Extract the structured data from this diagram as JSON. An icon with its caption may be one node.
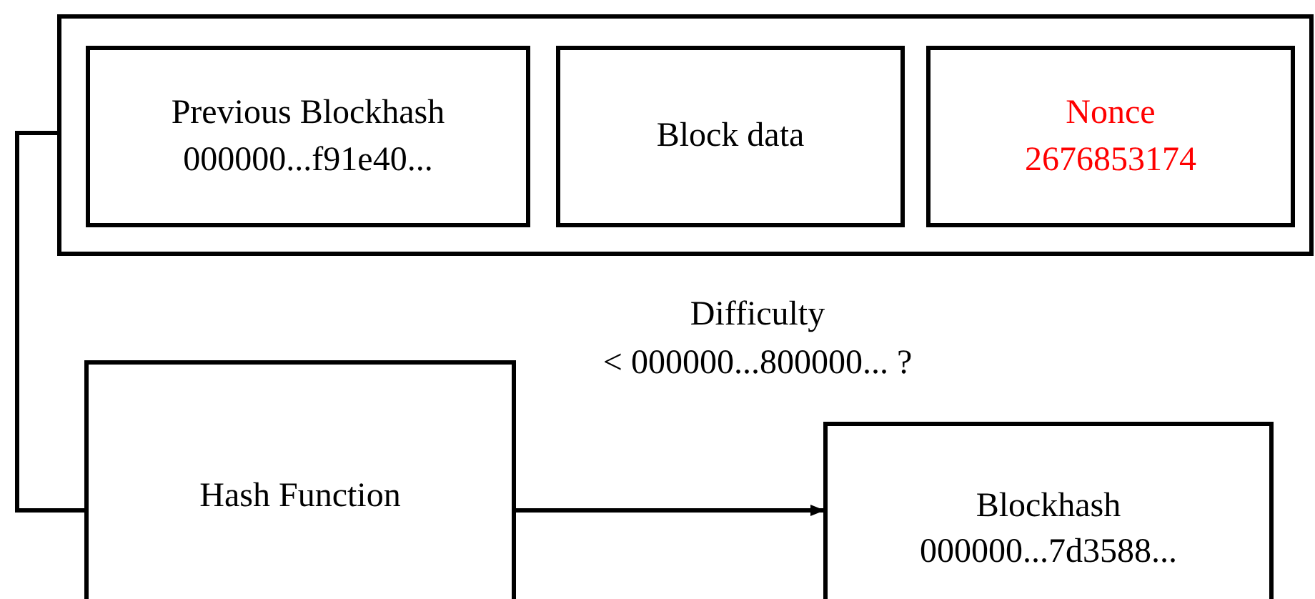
{
  "diagram": {
    "nodes": [
      {
        "text": [],
        "shape": "box"
      },
      {
        "text": [
          "Previous Blockhash",
          "000000...f91e40..."
        ],
        "in": 0
      },
      {
        "text": [
          "Block data"
        ],
        "in": 0
      },
      {
        "text": [
          "Nonce",
          "2676853174"
        ],
        "in": 0
      },
      {
        "text": [
          "Hash Function"
        ]
      },
      {
        "text": [
          "Blockhash",
          "000000...7d3588..."
        ]
      }
    ],
    "edges": [
      {
        "from": 0,
        "to": 4,
        "arrow": "none"
      },
      {
        "from": 4,
        "to": 5,
        "arrow": "to"
      }
    ],
    "labels": [
      "Difficulty",
      "< 000000...800000... ?"
    ]
  }
}
